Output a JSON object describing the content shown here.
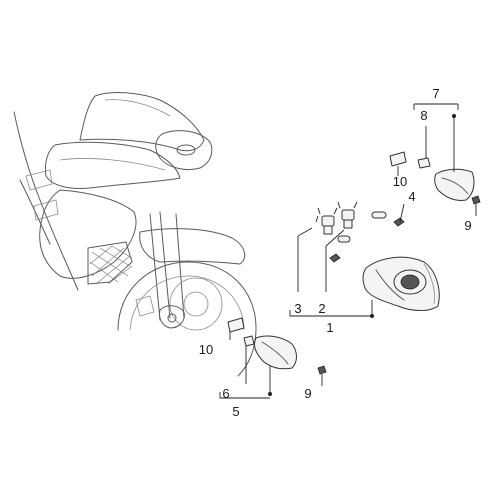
{
  "callouts": {
    "c1": "1",
    "c2": "2",
    "c3": "3",
    "c4": "4",
    "c5": "5",
    "c6": "6",
    "c7": "7",
    "c8": "8",
    "c9_top": "9",
    "c9_bottom": "9",
    "c10_top": "10",
    "c10_bottom": "10"
  }
}
